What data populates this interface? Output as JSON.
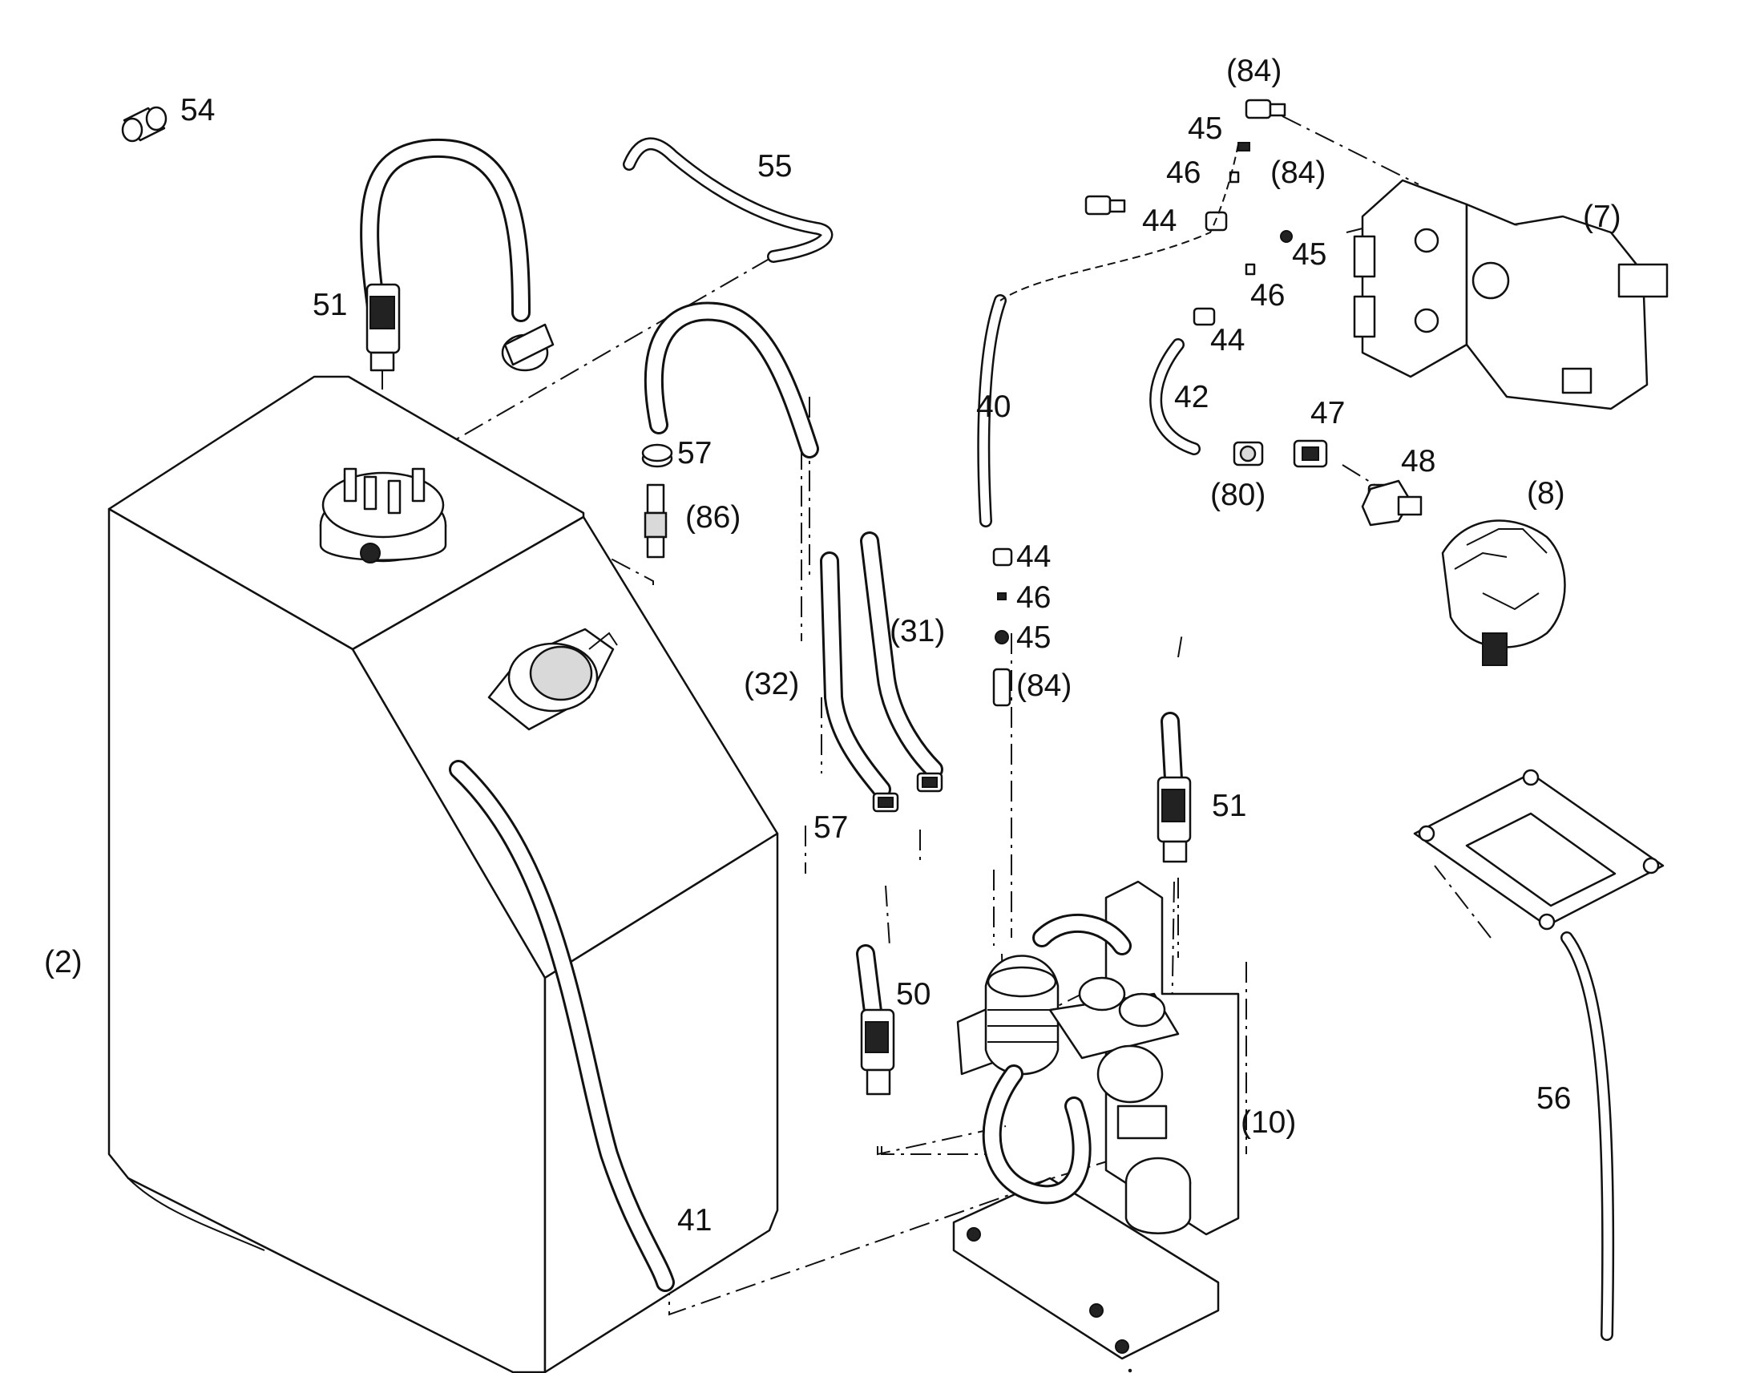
{
  "labels": {
    "l54": "54",
    "l55": "55",
    "l51a": "51",
    "l57a": "57",
    "l86": "(86)",
    "l2": "(2)",
    "l41": "41",
    "l32": "(32)",
    "l31": "(31)",
    "l57b": "57",
    "l50": "50",
    "l40": "40",
    "l44a": "44",
    "l46a": "46",
    "l45a": "45",
    "l84c": "(84)",
    "l51b": "51",
    "l10": "(10)",
    "l84a": "(84)",
    "l45b": "45",
    "l46b": "46",
    "l44b": "44",
    "l84b": "(84)",
    "l45c": "45",
    "l46c": "46",
    "l44c": "44",
    "l42": "42",
    "l47": "47",
    "l80": "(80)",
    "l48": "48",
    "l7": "(7)",
    "l8": "(8)",
    "l56": "56"
  }
}
